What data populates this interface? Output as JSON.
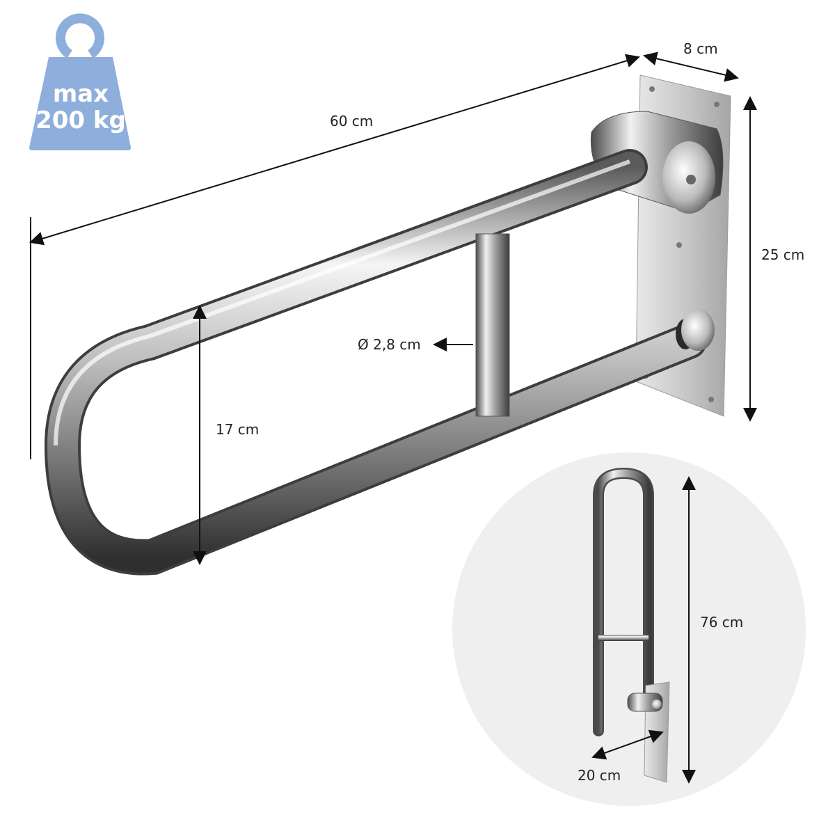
{
  "badge": {
    "line1": "max",
    "line2": "200 kg",
    "color": "#8eaedb"
  },
  "dimensions": {
    "length": "60 cm",
    "depth": "8 cm",
    "height": "25 cm",
    "inner_gap": "17 cm",
    "tube_diameter": "Ø 2,8 cm",
    "upright_height": "76 cm",
    "upright_width": "20 cm"
  },
  "colors": {
    "steel_light": "#f2f2f2",
    "steel_mid": "#a9a9a9",
    "steel_dark": "#4a4a4a",
    "inset_circle": "#efefef",
    "arrow": "#111111"
  }
}
